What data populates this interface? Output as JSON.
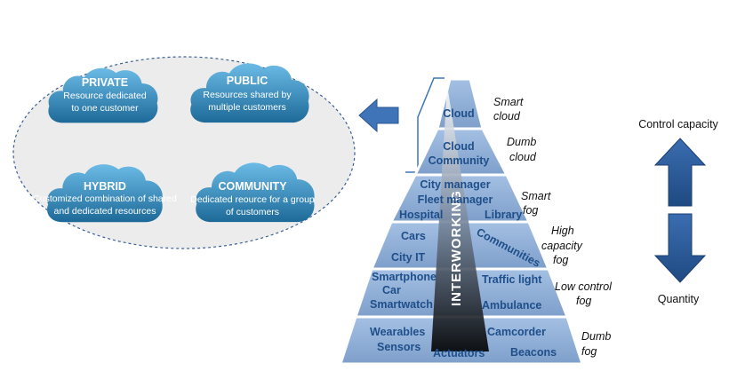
{
  "cloud_types": [
    {
      "title": "PRIVATE",
      "desc_lines": [
        "Resource dedicated",
        "to one customer"
      ]
    },
    {
      "title": "PUBLIC",
      "desc_lines": [
        "Resources shared by",
        "multiple customers"
      ]
    },
    {
      "title": "HYBRID",
      "desc_lines": [
        "Customized combination of shared",
        "and dedicated resources"
      ]
    },
    {
      "title": "COMMUNITY",
      "desc_lines": [
        "Dedicated reource for a group",
        "of customers"
      ]
    }
  ],
  "pyramid": {
    "tiers": [
      {
        "items": [
          "Cloud"
        ],
        "label_lines": [
          "Smart",
          "cloud"
        ]
      },
      {
        "items": [
          "Cloud",
          "Community"
        ],
        "label_lines": [
          "Dumb",
          "cloud"
        ]
      },
      {
        "items": [
          "City manager",
          "Fleet manager",
          "Hospital",
          "Library"
        ],
        "label_lines": [
          "Smart",
          "fog"
        ]
      },
      {
        "items": [
          "Cars",
          "City IT",
          "Communities"
        ],
        "label_lines": [
          "High",
          "capacity",
          "fog"
        ]
      },
      {
        "items": [
          "Smartphone",
          "Car",
          "Smartwatch",
          "Traffic light",
          "Ambulance"
        ],
        "label_lines": [
          "Low control",
          "fog"
        ]
      },
      {
        "items": [
          "Wearables",
          "Sensors",
          "Actuators",
          "Camcorder",
          "Beacons"
        ],
        "label_lines": [
          "Dumb",
          "fog"
        ]
      }
    ],
    "interworking_label": "INTERWORKING"
  },
  "side": {
    "control_label": "Control capacity",
    "quantity_label": "Quantity"
  },
  "colors": {
    "cloud_fill_top": "#5aaedc",
    "cloud_fill_bottom": "#1f6f9e",
    "tier_fill": "#8fafd6",
    "tier_stroke": "#ffffff",
    "item_text": "#1f4f8a",
    "arrow_fill": "#2b5b95",
    "ellipse_fill": "#ececec"
  }
}
